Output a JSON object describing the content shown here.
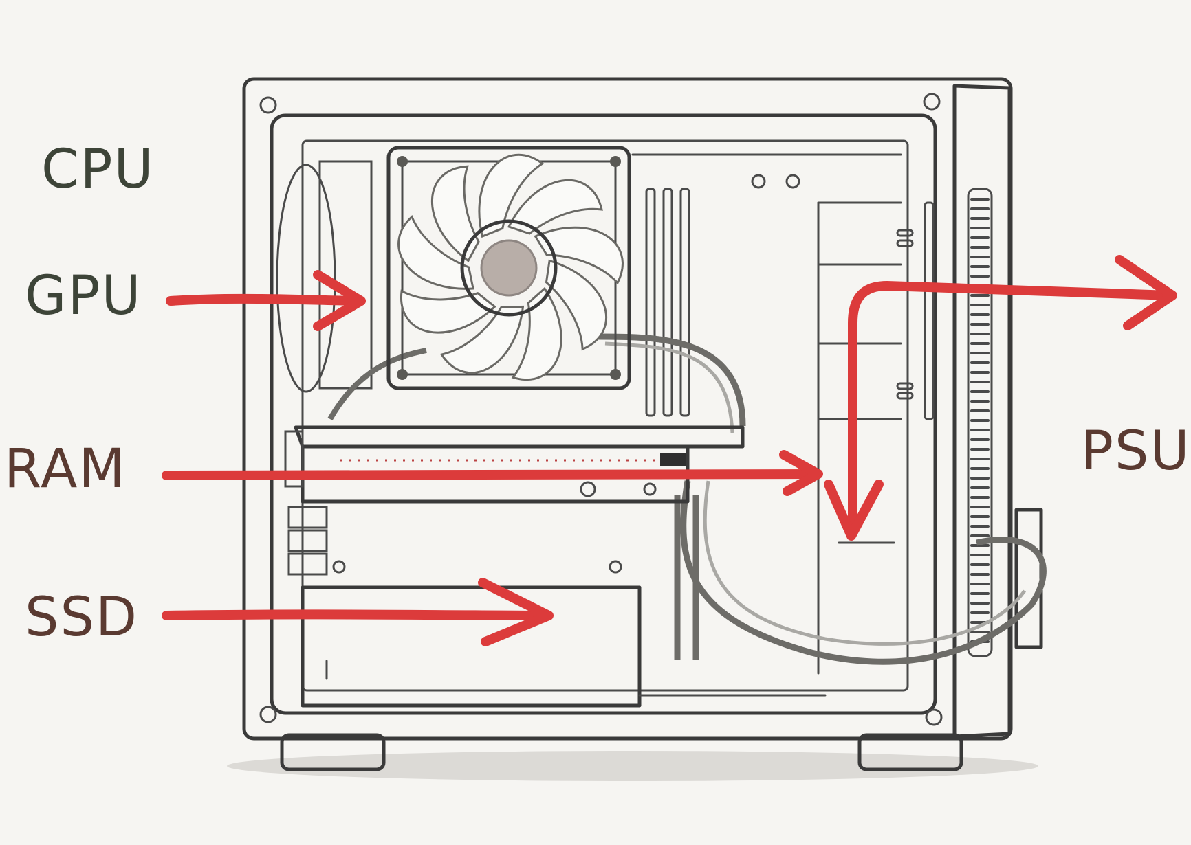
{
  "labels": {
    "cpu": "CPU",
    "gpu": "GPU",
    "ram": "RAM",
    "ssd": "SSD",
    "psu": "PSU"
  },
  "colors": {
    "arrow": "#dc3b3b",
    "label_dark": "#3d4438",
    "label_brown": "#5a3a31",
    "case": "#e9e8e4",
    "outline": "#3a3a3a"
  },
  "icons": {
    "case": "pc-case-icon",
    "fan": "cooling-fan-icon"
  }
}
